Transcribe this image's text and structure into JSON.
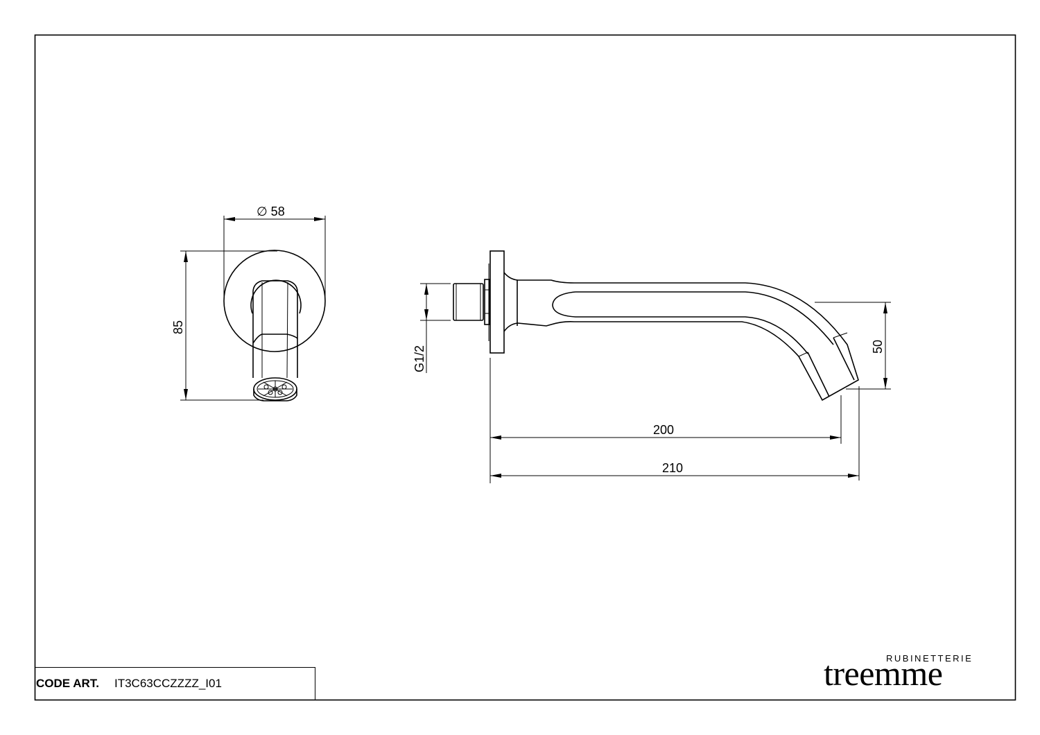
{
  "sheet": {
    "border_color": "#000000",
    "background": "#ffffff"
  },
  "front_view": {
    "dimensions": {
      "diameter_label": "∅ 58",
      "height_label": "85"
    }
  },
  "side_view": {
    "dimensions": {
      "thread_label": "G1/2",
      "drop_label": "50",
      "reach_inner_label": "200",
      "reach_total_label": "210"
    }
  },
  "title_block": {
    "code_label": "CODE ART.",
    "code_value": "IT3C63CCZZZZ_I01"
  },
  "brand": {
    "subtitle": "RUBINETTERIE",
    "name": "treemme"
  }
}
